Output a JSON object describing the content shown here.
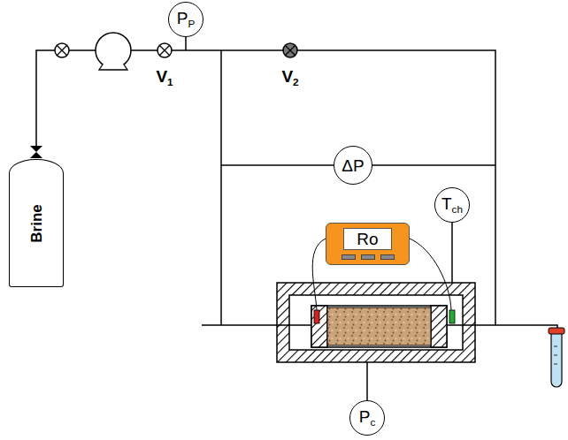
{
  "diagram": {
    "nodes": [
      {
        "text": [
          "PP"
        ]
      },
      {
        "text": [
          "Brine"
        ]
      },
      {
        "text": [
          "ΔP"
        ]
      },
      {
        "text": [
          "Tch"
        ]
      },
      {
        "text": [
          "Ro"
        ]
      },
      {
        "text": [
          "Pc"
        ]
      }
    ],
    "labels": [
      "V1",
      "V2"
    ]
  }
}
